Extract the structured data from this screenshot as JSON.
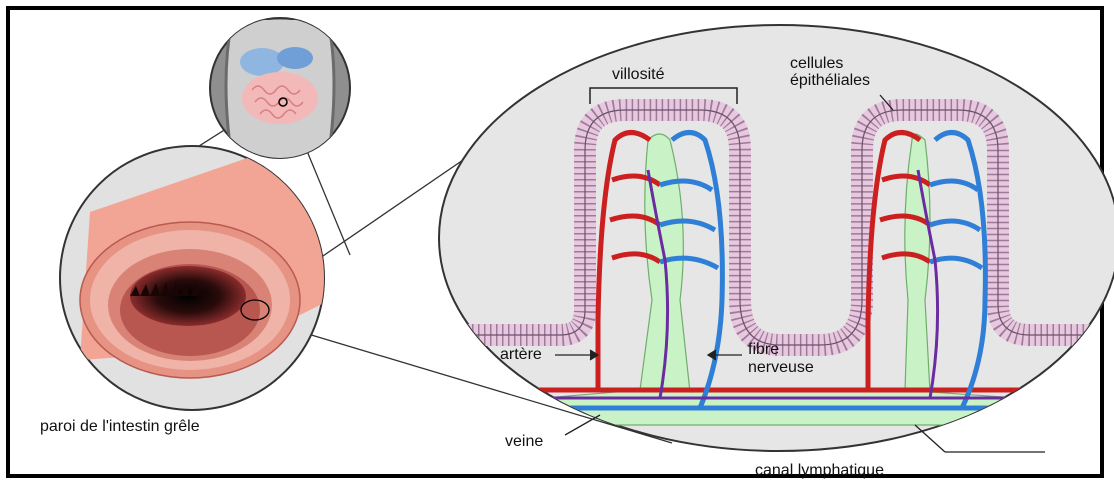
{
  "labels": {
    "villosite": "villosité",
    "cellules_line1": "cellules",
    "cellules_line2": "épithéliales",
    "artere": "artère",
    "fibre_line1": "fibre",
    "fibre_line2": "nerveuse",
    "paroi": "paroi de l'intestin grêle",
    "veine": "veine",
    "canal": "canal lymphatique"
  },
  "colors": {
    "artery": "#cc1f1f",
    "vein": "#2f7fd6",
    "nerve": "#6a2ca0",
    "lymph": "#c9f2c7",
    "epithelium": "#e8c8df",
    "intestine_outer": "#f2a595",
    "intestine_inner": "#c9675e"
  },
  "icons": [
    "abdomen-thumbnail-icon",
    "intestine-tube-icon",
    "villi-cross-section-icon"
  ]
}
